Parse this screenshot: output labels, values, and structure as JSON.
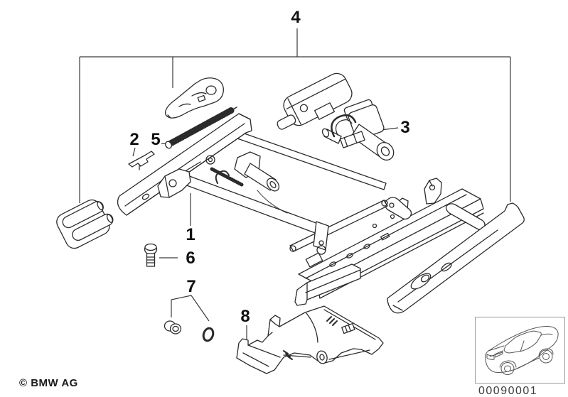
{
  "diagram": {
    "description_icon": "exploded-seat-rail-diagram",
    "callouts": [
      "1",
      "2",
      "3",
      "4",
      "5",
      "6",
      "7",
      "8"
    ]
  },
  "footer": {
    "copyright": "© BMW AG",
    "diagram_number": "00090001"
  },
  "thumbnail": {
    "icon": "bmw-sedan-outline-icon"
  },
  "colors": {
    "line": "#2b2b2b",
    "leader": "#3a3a3a",
    "background": "#ffffff",
    "thumb_border": "#999999",
    "number_text": "#3d3d3d",
    "callout_text": "#111111"
  }
}
